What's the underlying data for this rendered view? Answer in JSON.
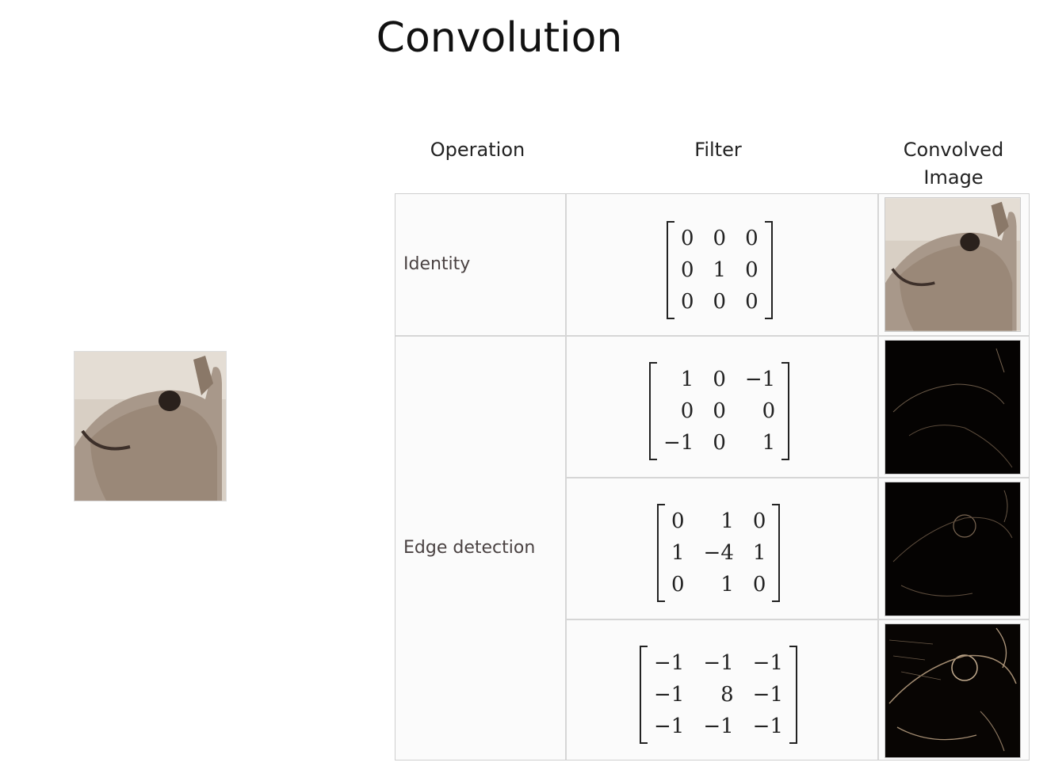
{
  "title": "Convolution",
  "headers": {
    "operation": "Operation",
    "filter": "Filter",
    "convolved_line1": "Convolved",
    "convolved_line2": "Image"
  },
  "operations": {
    "identity": "Identity",
    "edge": "Edge detection"
  },
  "rows": [
    {
      "matrix": [
        [
          "0",
          "0",
          "0"
        ],
        [
          "0",
          "1",
          "0"
        ],
        [
          "0",
          "0",
          "0"
        ]
      ],
      "image": "squirrel-photo"
    },
    {
      "matrix": [
        [
          "1",
          "0",
          "−1"
        ],
        [
          "0",
          "0",
          "0"
        ],
        [
          "−1",
          "0",
          "1"
        ]
      ],
      "image": "edge-map"
    },
    {
      "matrix": [
        [
          "0",
          "1",
          "0"
        ],
        [
          "1",
          "−4",
          "1"
        ],
        [
          "0",
          "1",
          "0"
        ]
      ],
      "image": "edge-map"
    },
    {
      "matrix": [
        [
          "−1",
          "−1",
          "−1"
        ],
        [
          "−1",
          "8",
          "−1"
        ],
        [
          "−1",
          "−1",
          "−1"
        ]
      ],
      "image": "edge-map"
    }
  ]
}
